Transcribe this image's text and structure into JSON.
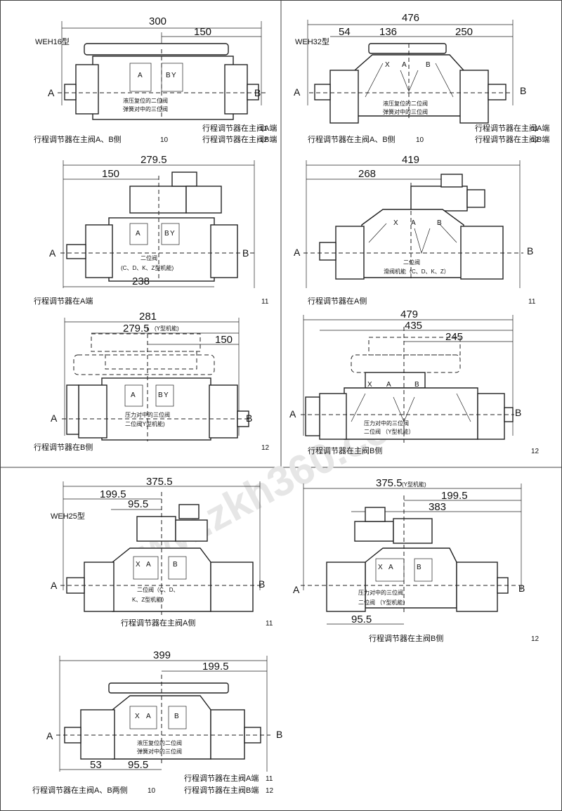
{
  "panels": [
    {
      "id": "p1",
      "dims": [
        "300",
        "150"
      ],
      "model": "WEH16型",
      "valve_labels": [
        "A",
        "B",
        "Y"
      ],
      "text": [
        "液压复位的二位阀",
        "弹簧对中的三位阀"
      ],
      "captions": [
        "行程调节器在主阀A、B侧",
        "行程调节器在主阀A端",
        "行程调节器在主阀B端"
      ],
      "nums": [
        "10",
        "11",
        "12"
      ]
    },
    {
      "id": "p2",
      "dims": [
        "476",
        "54",
        "136",
        "250"
      ],
      "model": "WEH32型",
      "valve_labels": [
        "X",
        "A",
        "B"
      ],
      "text": [
        "液压复位的二位阀",
        "弹簧对中的三位阀"
      ],
      "captions": [
        "行程调节器在主阀A、B侧",
        "行程调节器在主阀A端",
        "行程调节器在主阀B端"
      ],
      "nums": [
        "10",
        "11",
        "12"
      ]
    },
    {
      "id": "p3",
      "dims": [
        "279.5",
        "150",
        "238"
      ],
      "valve_labels": [
        "A",
        "B",
        "Y"
      ],
      "text": [
        "二位阀",
        "(C、D、K、Z型机能)"
      ],
      "captions": [
        "行程调节器在A端"
      ],
      "nums": [
        "11"
      ]
    },
    {
      "id": "p4",
      "dims": [
        "419",
        "268"
      ],
      "valve_labels": [
        "X",
        "A",
        "B"
      ],
      "text": [
        "二位阀",
        "滑阀机能（C、D、K、Z）"
      ],
      "captions": [
        "行程调节器在A侧"
      ],
      "nums": [
        "11"
      ]
    },
    {
      "id": "p5",
      "dims": [
        "281",
        "279.5",
        "(Y型机能)",
        "150"
      ],
      "valve_labels": [
        "A",
        "B",
        "Y"
      ],
      "text": [
        "压力对中的三位阀",
        "二位阀",
        "(Y型机能)"
      ],
      "captions": [
        "行程调节器在B侧"
      ],
      "nums": [
        "12"
      ]
    },
    {
      "id": "p6",
      "dims": [
        "479",
        "435",
        "245"
      ],
      "valve_labels": [
        "X",
        "A",
        "B"
      ],
      "text": [
        "压力对中的三位阀",
        "二位阀  （Y型机能）"
      ],
      "captions": [
        "行程调节器在主阀B侧"
      ],
      "nums": [
        "12"
      ]
    },
    {
      "id": "p7",
      "dims": [
        "375.5",
        "199.5",
        "95.5"
      ],
      "model": "WEH25型",
      "valve_labels": [
        "X",
        "A",
        "B"
      ],
      "text": [
        "二位阀（C、D、",
        "K、Z型机能）"
      ],
      "captions": [
        "行程调节器在主阀A侧"
      ],
      "nums": [
        "11"
      ]
    },
    {
      "id": "p8",
      "dims": [
        "375.5",
        "(Y型机能)",
        "199.5",
        "383",
        "95.5"
      ],
      "valve_labels": [
        "X",
        "A",
        "B"
      ],
      "text": [
        "压力对中的三位阀",
        "二位阀  （Y型机能）"
      ],
      "captions": [
        "行程调节器在主阀B侧"
      ],
      "nums": [
        "12"
      ]
    },
    {
      "id": "p9",
      "dims": [
        "399",
        "199.5",
        "53",
        "95.5"
      ],
      "valve_labels": [
        "X",
        "A",
        "B"
      ],
      "text": [
        "液压复位的二位阀",
        "弹簧对中的三位阀"
      ],
      "captions": [
        "行程调节器在主阀A、B两侧",
        "行程调节器在主阀A端",
        "行程调节器在主阀B端"
      ],
      "nums": [
        "10",
        "11",
        "12"
      ]
    }
  ],
  "port_labels": [
    "A",
    "B"
  ],
  "watermark": "www.zkh360.com"
}
